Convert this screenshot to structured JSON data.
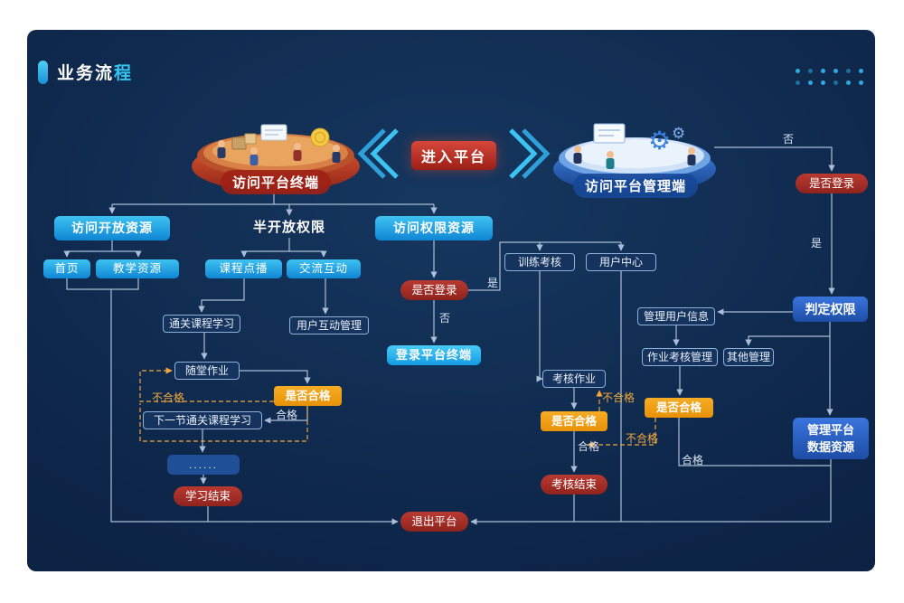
{
  "header": {
    "title_main": "业务流",
    "title_accent": "程"
  },
  "hero": {
    "terminal_label": "访问平台终端",
    "management_label": "访问平台管理端",
    "enter_button": "进入平台"
  },
  "nodes": {
    "visit_open": "访问开放资源",
    "semi_open": "半开放权限",
    "visit_perm": "访问权限资源",
    "home": "首页",
    "teach_res": "教学资源",
    "course_od": "课程点播",
    "interact": "交流互动",
    "login_q_left": "是否登录",
    "pass_course": "通关课程学习",
    "user_interact_mgmt": "用户互动管理",
    "login_terminal": "登录平台终端",
    "class_hw": "随堂作业",
    "pass_q_left": "是否合格",
    "next_course": "下一节通关课程学习",
    "ellipsis": "......",
    "study_end": "学习结束",
    "exit_platform": "退出平台",
    "train_assess": "训练考核",
    "user_center": "用户中心",
    "assess_hw": "考核作业",
    "pass_q_mid": "是否合格",
    "assess_end": "考核结束",
    "login_q_right": "是否登录",
    "judge_perm": "判定权限",
    "mgmt_user_info": "管理用户信息",
    "hw_assess_mgmt": "作业考核管理",
    "other_mgmt": "其他管理",
    "pass_q_right": "是否合格",
    "mgmt_platform_data": "管理平台数据资源"
  },
  "edge_labels": {
    "yes": "是",
    "no": "否",
    "pass": "合格",
    "fail": "不合格"
  },
  "colors": {
    "panel_bg": "#0d2548",
    "accent_cyan": "#2bb7ef",
    "node_red": "#a62f28",
    "node_orange": "#f0a01d",
    "node_blue": "#2a63c6",
    "line": "#a9bfd8",
    "dashed_fail": "#f0a63a"
  }
}
